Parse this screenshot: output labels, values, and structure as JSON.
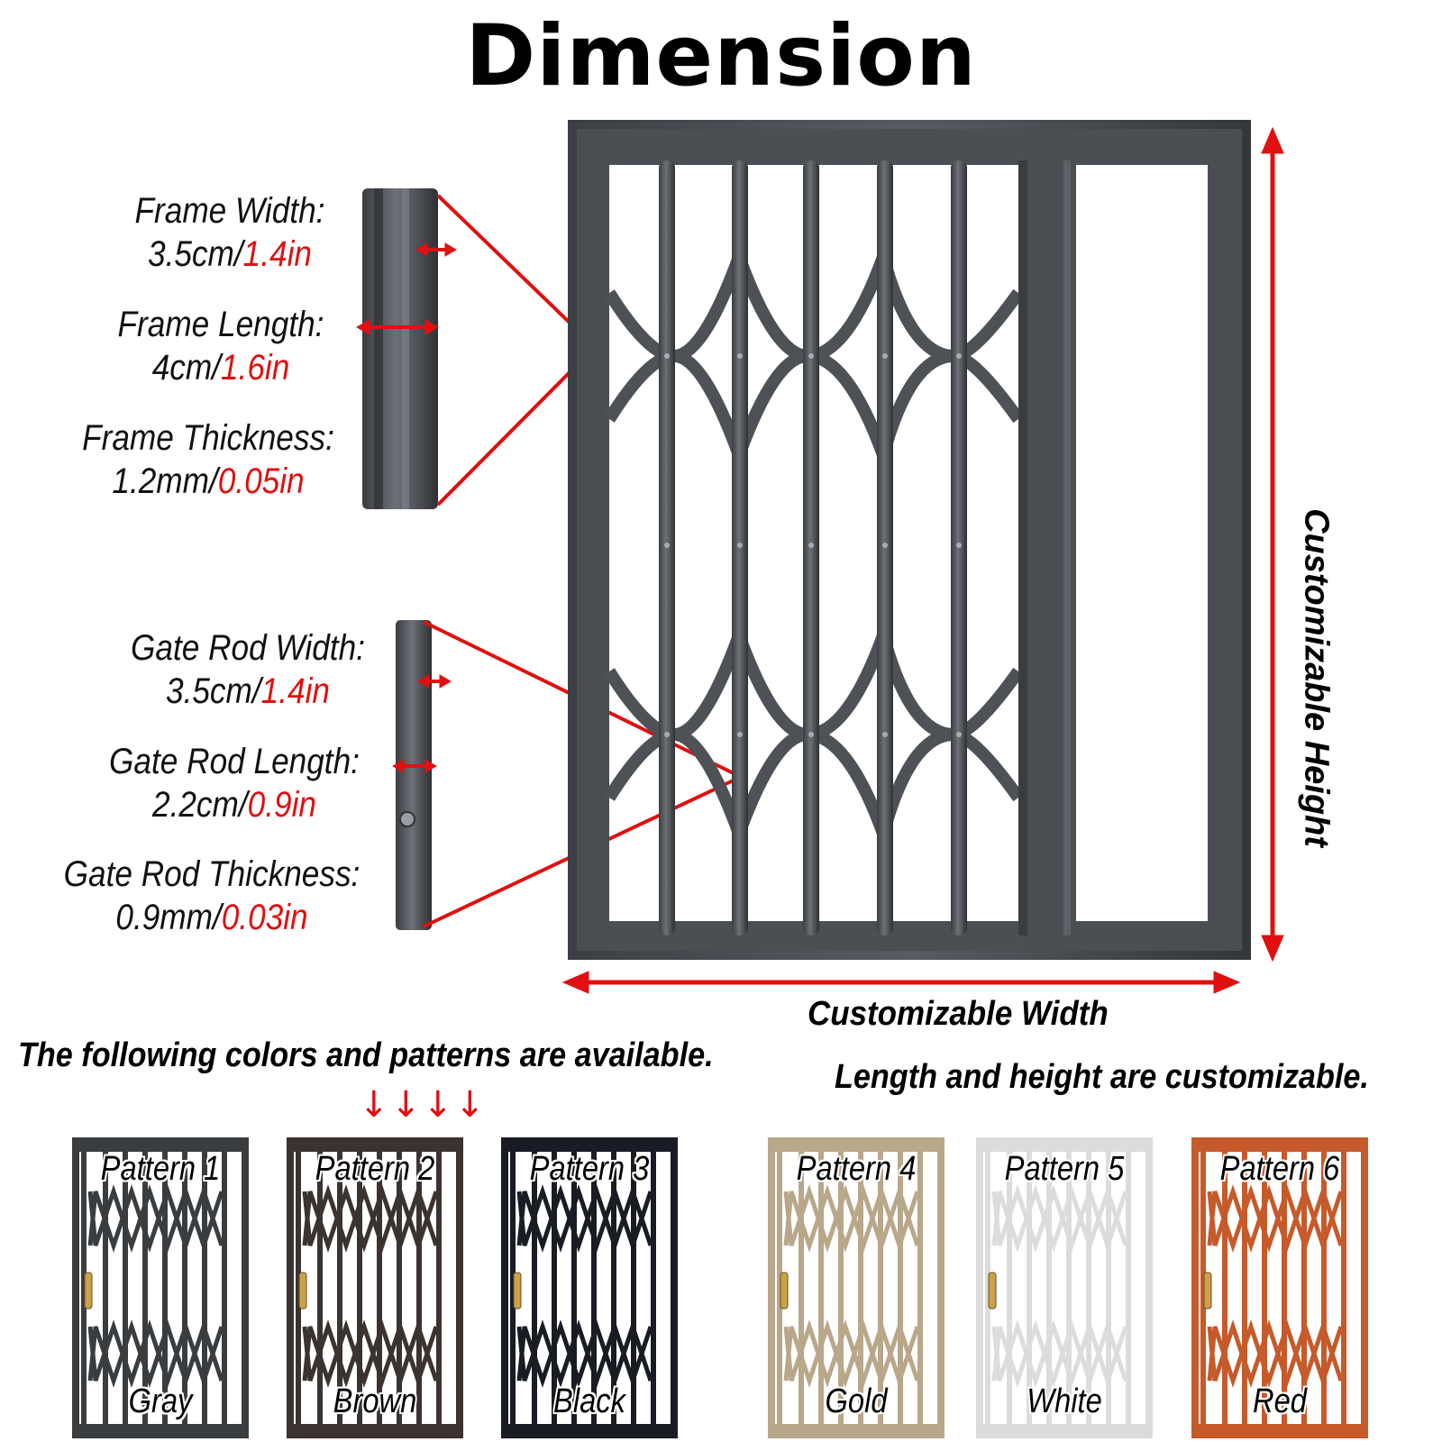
{
  "title": "Dimension",
  "frame_specs": [
    {
      "label": "Frame Width:",
      "metric": "3.5cm/",
      "imperial": "1.4in"
    },
    {
      "label": "Frame Length:",
      "metric": "4cm/",
      "imperial": "1.6in"
    },
    {
      "label": "Frame Thickness:",
      "metric": "1.2mm/",
      "imperial": "0.05in"
    }
  ],
  "rod_specs": [
    {
      "label": "Gate Rod Width:",
      "metric": "3.5cm/",
      "imperial": "1.4in"
    },
    {
      "label": "Gate Rod Length:",
      "metric": "2.2cm/",
      "imperial": "0.9in"
    },
    {
      "label": "Gate Rod Thickness:",
      "metric": "0.9mm/",
      "imperial": "0.03in"
    }
  ],
  "customizable_width": "Customizable Width",
  "customizable_height": "Customizable Height",
  "availability_note": "The following colors and patterns are available.",
  "custom_note": "Length and height are customizable.",
  "pointer_arrows": "↓↓↓↓",
  "patterns": [
    {
      "name": "Pattern 1",
      "color": "Gray",
      "hex": "#3a3d40"
    },
    {
      "name": "Pattern 2",
      "color": "Brown",
      "hex": "#3b3330"
    },
    {
      "name": "Pattern 3",
      "color": "Black",
      "hex": "#1a1c24"
    },
    {
      "name": "Pattern 4",
      "color": "Gold",
      "hex": "#b9a78a"
    },
    {
      "name": "Pattern 5",
      "color": "White",
      "hex": "#dcdcdc"
    },
    {
      "name": "Pattern 6",
      "color": "Red",
      "hex": "#c65a2a"
    }
  ],
  "colors": {
    "accent_red": "#e01010",
    "gate_gray": "#4a4d52"
  }
}
